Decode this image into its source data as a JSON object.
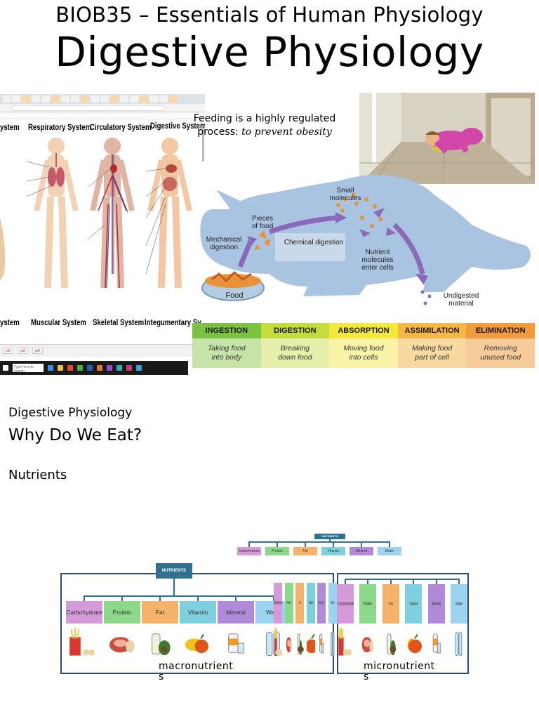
{
  "header": {
    "course_title": "BIOB35 – Essentials of Human Physiology",
    "main_title": "Digestive Physiology"
  },
  "body_systems_screenshot": {
    "system_labels": [
      "ystem",
      "Respiratory System",
      "Circulatory System",
      "Digestive System",
      "ystem",
      "Muscular System",
      "Skeletal System",
      "Integumentary Sy"
    ],
    "search_placeholder": "Type here to search"
  },
  "feeding_note": {
    "line1": "Feeding is a highly regulated",
    "line2": "process: ",
    "emphasis": "to prevent obesity"
  },
  "cat_diagram": {
    "labels": {
      "mechanical_digestion": "Mechanical\ndigestion",
      "pieces_of_food": "Pieces\nof food",
      "small_molecules": "Small\nmolecules",
      "chemical_digestion": "Chemical digestion",
      "nutrient_molecules": "Nutrient\nmolecules\nenter cells",
      "food": "Food",
      "undigested": "Undigested\nmaterial"
    },
    "stages": [
      {
        "name": "INGESTION",
        "desc": "Taking food\ninto body",
        "head_color": "#7cc242",
        "body_color": "#c6e3a8"
      },
      {
        "name": "DIGESTION",
        "desc": "Breaking\ndown food",
        "head_color": "#c6dc3c",
        "body_color": "#e5efaa"
      },
      {
        "name": "ABSORPTION",
        "desc": "Moving food\ninto cells",
        "head_color": "#f3e93b",
        "body_color": "#f8f3a6"
      },
      {
        "name": "ASSIMILATION",
        "desc": "Making food\npart of cell",
        "head_color": "#f6b845",
        "body_color": "#f8d9a2"
      },
      {
        "name": "ELIMINATION",
        "desc": "Removing\nunused food",
        "head_color": "#f29b3d",
        "body_color": "#f7cc9a"
      }
    ]
  },
  "lower": {
    "section_label": "Digestive Physiology",
    "question": "Why Do We Eat?",
    "topic": "Nutrients"
  },
  "nutrient_chart": {
    "heading": "NUTRIENTS",
    "categories": [
      {
        "name": "Carbohydrate",
        "color": "#d59ad9"
      },
      {
        "name": "Protein",
        "color": "#8cd98c"
      },
      {
        "name": "Fat",
        "color": "#f4b26b"
      },
      {
        "name": "Vitamin",
        "color": "#7fd0df"
      },
      {
        "name": "Mineral",
        "color": "#b08ad6"
      },
      {
        "name": "Water",
        "color": "#9cd3f0"
      }
    ],
    "macro_label": "macronutrient\ns",
    "micro_label": "micronutrient\ns"
  }
}
